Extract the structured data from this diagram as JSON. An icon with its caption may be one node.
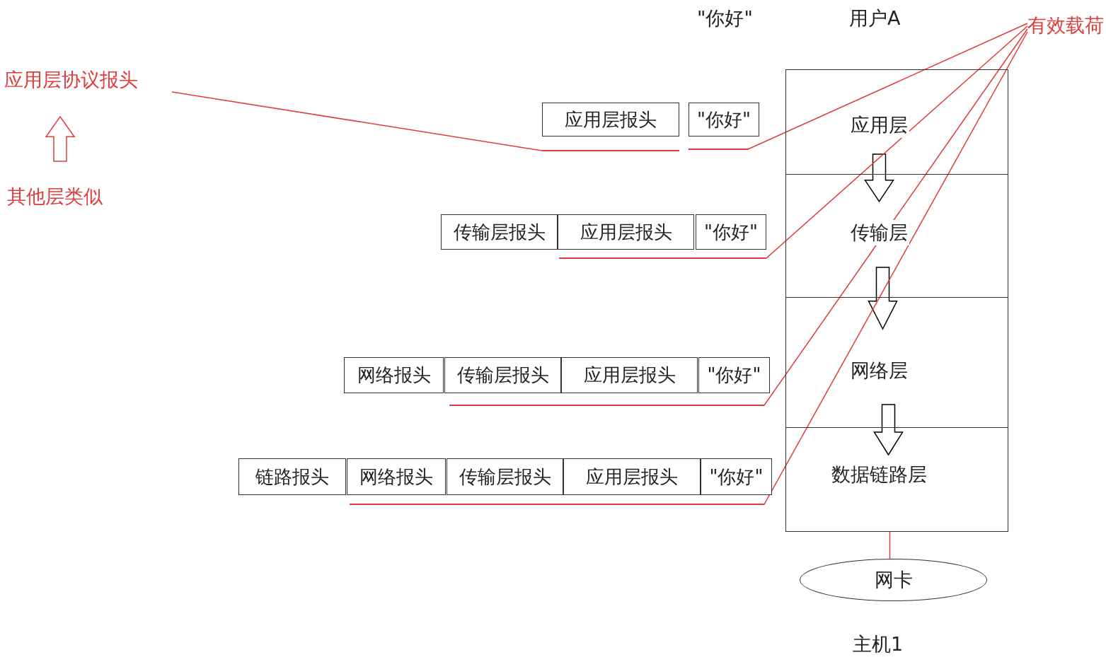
{
  "diagram": {
    "nodes": [
      {
        "text": [
          "应用层"
        ]
      },
      {
        "text": [
          "传输层"
        ]
      },
      {
        "text": [
          "网络层"
        ]
      },
      {
        "text": [
          "数据链路层"
        ]
      },
      {
        "text": [
          "网卡"
        ]
      },
      {
        "text": [
          "应用层报头"
        ]
      },
      {
        "text": [
          "\"你好\""
        ]
      },
      {
        "text": [
          "传输层报头"
        ]
      },
      {
        "text": [
          "应用层报头"
        ]
      },
      {
        "text": [
          "\"你好\""
        ]
      },
      {
        "text": [
          "网络报头"
        ]
      },
      {
        "text": [
          "传输层报头"
        ]
      },
      {
        "text": [
          "应用层报头"
        ]
      },
      {
        "text": [
          "\"你好\""
        ]
      },
      {
        "text": [
          "链路报头"
        ]
      },
      {
        "text": [
          "网络报头"
        ]
      },
      {
        "text": [
          "传输层报头"
        ]
      },
      {
        "text": [
          "应用层报头"
        ]
      },
      {
        "text": [
          "\"你好\""
        ]
      },
      {
        "text": [
          "有效载荷"
        ]
      },
      {
        "text": [
          "应用层协议报头"
        ]
      },
      {
        "text": [
          "其他层类似"
        ]
      },
      {
        "text": [],
        "shape": "bar"
      },
      {
        "text": [],
        "shape": "bar"
      },
      {
        "text": [],
        "shape": "bar"
      },
      {
        "text": [],
        "shape": "bar"
      },
      {
        "text": [],
        "shape": "bar"
      }
    ],
    "edges": [
      {
        "from": 0,
        "to": 1,
        "arrow": "to",
        "color": "#000000"
      },
      {
        "from": 1,
        "to": 2,
        "arrow": "to",
        "color": "#000000"
      },
      {
        "from": 2,
        "to": 3,
        "arrow": "to",
        "color": "#000000"
      },
      {
        "from": 3,
        "to": 4,
        "arrow": "none",
        "color": "#e03c3c"
      },
      {
        "from": 21,
        "to": 20,
        "arrow": "to",
        "color": "#e03c3c"
      },
      {
        "from": 20,
        "to": 22,
        "arrow": "none",
        "color": "#e03c3c"
      },
      {
        "from": 19,
        "to": 23,
        "arrow": "none",
        "color": "#e03c3c"
      },
      {
        "from": 19,
        "to": 24,
        "arrow": "none",
        "color": "#e03c3c"
      },
      {
        "from": 19,
        "to": 25,
        "arrow": "none",
        "color": "#e03c3c"
      },
      {
        "from": 19,
        "to": 26,
        "arrow": "none",
        "color": "#e03c3c"
      }
    ],
    "labels": [
      "\"你好\"",
      "用户A",
      "主机1"
    ]
  }
}
